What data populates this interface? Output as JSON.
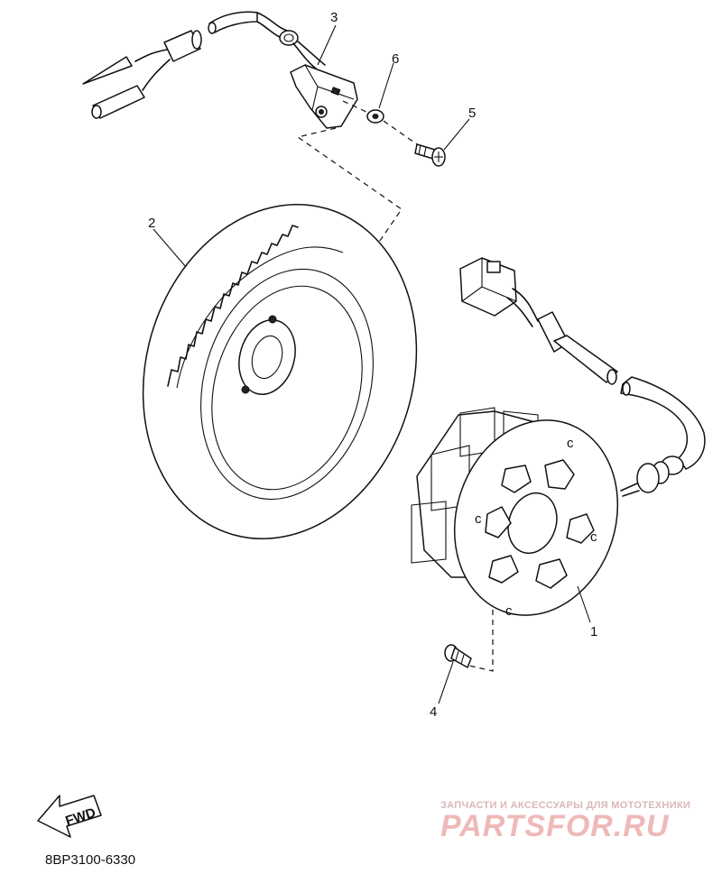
{
  "diagram": {
    "callouts": [
      {
        "id": "1",
        "label": "1"
      },
      {
        "id": "2",
        "label": "2"
      },
      {
        "id": "3",
        "label": "3"
      },
      {
        "id": "4",
        "label": "4"
      },
      {
        "id": "5",
        "label": "5"
      },
      {
        "id": "6",
        "label": "6"
      }
    ],
    "fwd_label": "FWD",
    "diagram_code": "8BP3100-6330"
  },
  "watermark": {
    "caption": "ЗАПЧАСТИ И АКСЕССУАРЫ ДЛЯ МОТОТЕХНИКИ",
    "logo_text": "PARTSFOR.RU"
  }
}
